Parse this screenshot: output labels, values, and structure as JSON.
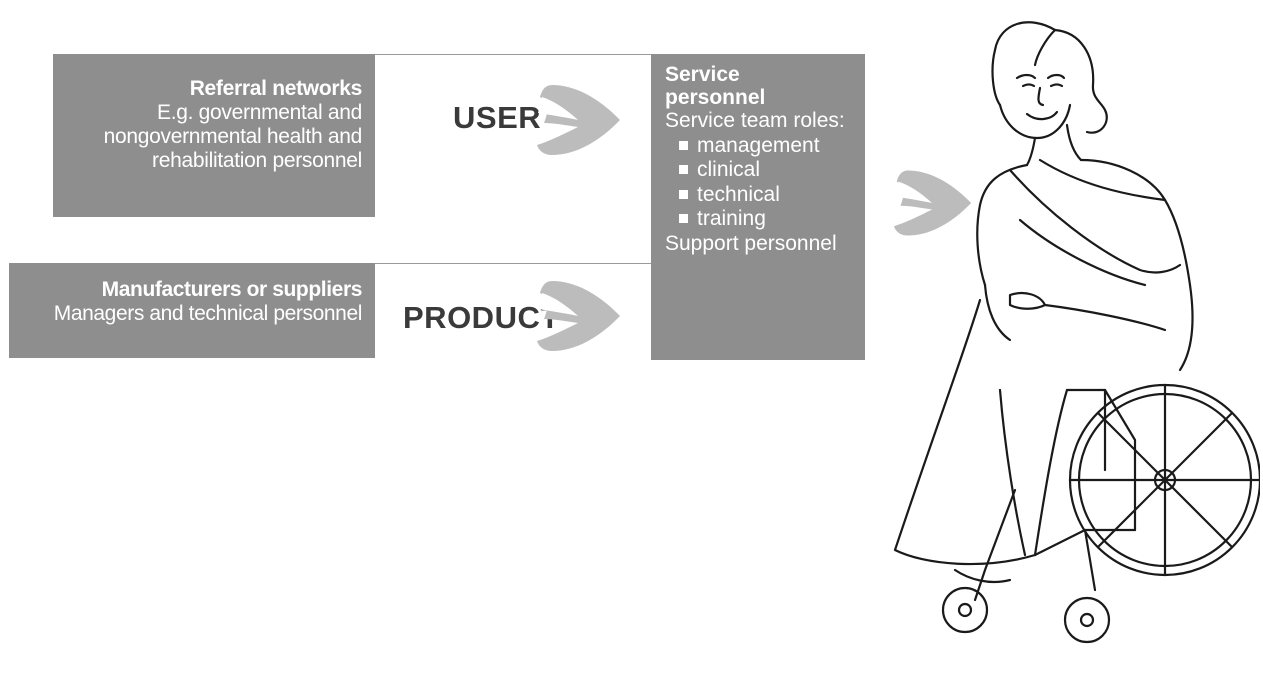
{
  "referral": {
    "title": "Referral networks",
    "lines": [
      "E.g. governmental and",
      "nongovernmental health and",
      "rehabilitation personnel"
    ]
  },
  "manufacturers": {
    "title": "Manufacturers or suppliers",
    "lines": [
      "Managers and technical personnel"
    ]
  },
  "service": {
    "title_line1": "Service",
    "title_line2": "personnel",
    "subtitle": "Service team roles:",
    "roles": [
      "management",
      "clinical",
      "technical",
      "training"
    ],
    "footer": "Support personnel"
  },
  "flow": {
    "user_label": "USER",
    "product_label": "PRODUCT"
  },
  "colors": {
    "box_fill": "#8e8e8e",
    "arrow_fill": "#bcbcbc",
    "label_text": "#3a3a3a"
  },
  "icons": {
    "arrow": "chevron-arrow-icon",
    "person": "wheelchair-user-illustration"
  }
}
